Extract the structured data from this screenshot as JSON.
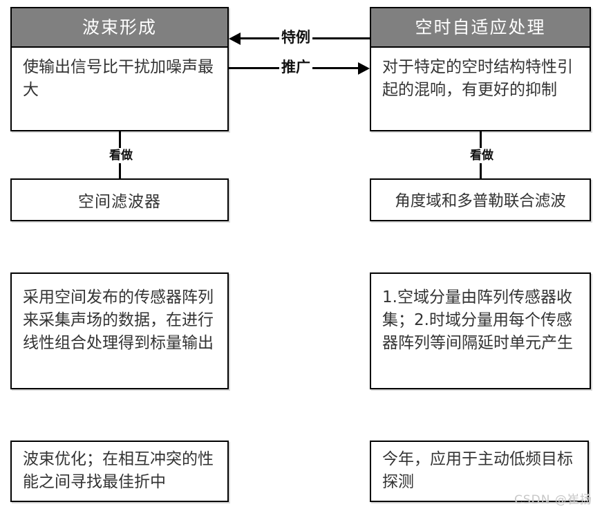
{
  "diagram": {
    "title_left": "波束形成",
    "title_right": "空时自适应处理",
    "columns": {
      "left": {
        "header": "波束形成",
        "description": "使输出信号比干扰加噪声最大",
        "link_label": "看做",
        "filter_box": "空间滤波器",
        "detail_box": "采用空间发布的传感器阵列来采集声场的数据，在进行线性组合处理得到标量输出",
        "summary_box": "波束优化；在相互冲突的性能之间寻找最佳折中"
      },
      "right": {
        "header": "空时自适应处理",
        "description": "对于特定的空时结构特性引起的混响，有更好的抑制",
        "link_label": "看做",
        "filter_box": "角度域和多普勒联合滤波",
        "detail_box": "1.空域分量由阵列传感器收集；2.时域分量用每个传感器阵列等间隔延时单元产生",
        "summary_box": "今年，应用于主动低频目标探测"
      }
    },
    "edges": {
      "right_to_left": "特例",
      "left_to_right": "推广"
    },
    "watermark": "CSDN @崔扬",
    "colors": {
      "header_fill": "#808080",
      "header_text": "#ffffff",
      "border": "#000000",
      "body_text": "#333333",
      "watermark": "#c8c8c8",
      "background": "#ffffff"
    }
  }
}
